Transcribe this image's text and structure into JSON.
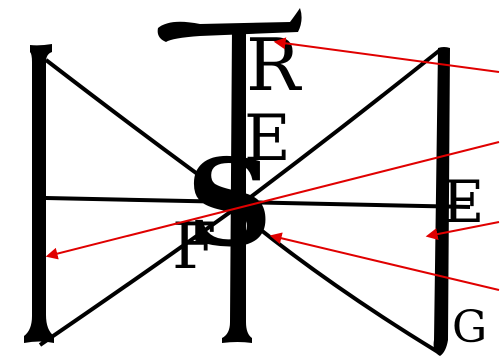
{
  "diagram": {
    "letters": {
      "top": "T",
      "r": "R",
      "e_mid": "E",
      "s": "S",
      "f": "F",
      "e_right": "E",
      "g": "G"
    },
    "colors": {
      "ink": "#000000",
      "arrow": "#e00000",
      "background": "#ffffff"
    }
  }
}
